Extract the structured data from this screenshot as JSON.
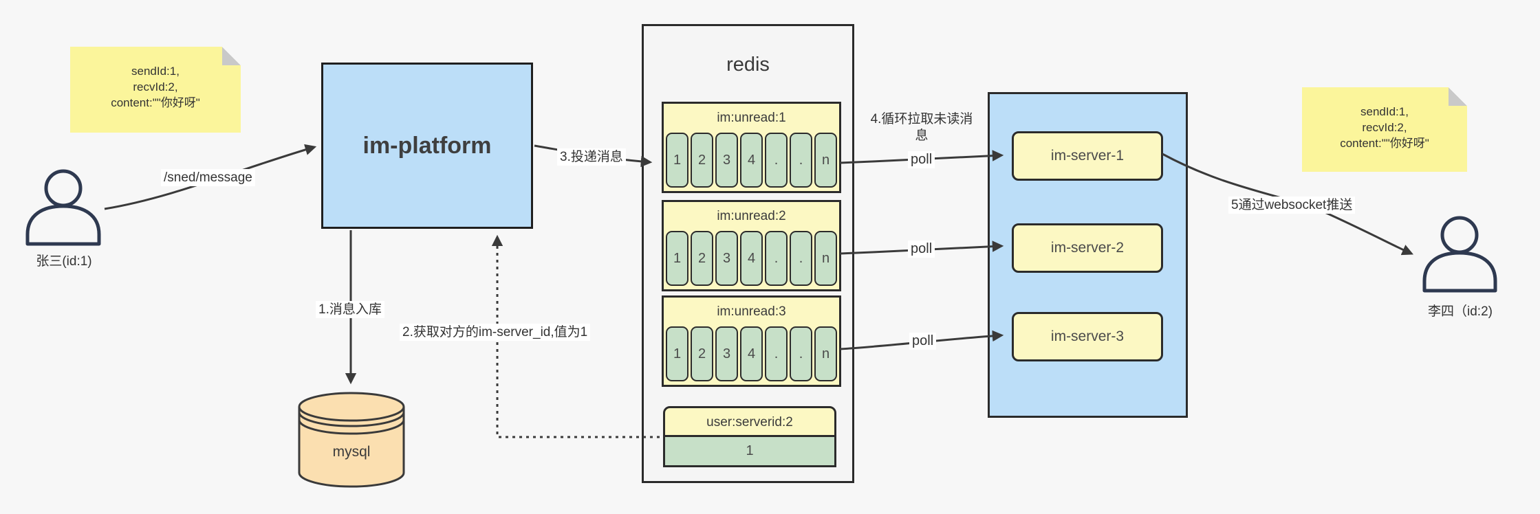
{
  "colors": {
    "canvas_bg": "#f7f7f7",
    "blue_fill": "#bcdef8",
    "note_yellow": "#fbf59b",
    "block_yellow": "#fcf8c3",
    "cell_green": "#c7e0c8",
    "db_tan": "#fbdfb0",
    "line": "#3a3a3a"
  },
  "notes": {
    "left": {
      "lines": [
        "sendId:1,",
        "recvId:2,",
        "content:\"\"你好呀\""
      ]
    },
    "right": {
      "lines": [
        "sendId:1,",
        "recvId:2,",
        "content:\"\"你好呀\""
      ]
    }
  },
  "actors": {
    "left_label": "张三(id:1)",
    "right_label": "李四（id:2)"
  },
  "platform": {
    "label": "im-platform"
  },
  "db": {
    "label": "mysql"
  },
  "redis": {
    "title": "redis",
    "queues": [
      {
        "name": "im:unread:1",
        "cells": [
          "1",
          "2",
          "3",
          "4",
          ".",
          ".",
          "n"
        ]
      },
      {
        "name": "im:unread:2",
        "cells": [
          "1",
          "2",
          "3",
          "4",
          ".",
          ".",
          "n"
        ]
      },
      {
        "name": "im:unread:3",
        "cells": [
          "1",
          "2",
          "3",
          "4",
          ".",
          ".",
          "n"
        ]
      }
    ],
    "kv": {
      "key": "user:serverid:2",
      "value": "1"
    }
  },
  "servers": {
    "items": [
      "im-server-1",
      "im-server-2",
      "im-server-3"
    ]
  },
  "edges": {
    "send": "/sned/message",
    "step1": "1.消息入库",
    "step2": "2.获取对方的im-server_id,值为1",
    "step3": "3.投递消息",
    "step4": "4.循环拉取未读消息",
    "step5": "5通过websocket推送",
    "poll": "poll"
  }
}
